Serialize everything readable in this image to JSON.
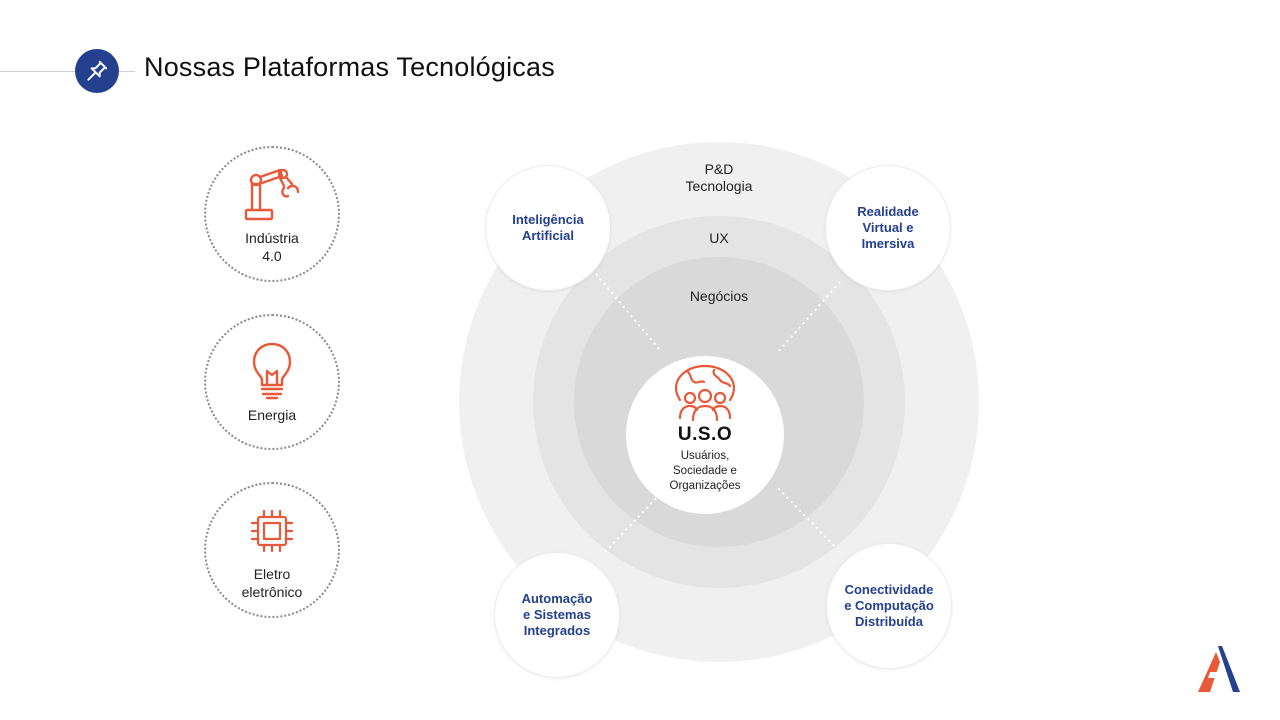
{
  "header": {
    "title": "Nossas Plataformas Tecnológicas",
    "icon": "pin-icon"
  },
  "platforms": [
    {
      "label": "Indústria\n4.0",
      "icon": "robot-arm-icon"
    },
    {
      "label": "Energia",
      "icon": "lightbulb-icon"
    },
    {
      "label": "Eletro\neletrônico",
      "icon": "chip-icon"
    }
  ],
  "rings": {
    "outer_label": "P&D\nTecnologia",
    "middle_label": "UX",
    "inner_label": "Negócios"
  },
  "center": {
    "title": "U.S.O",
    "subtitle": "Usuários,\nSociedade e\nOrganizações",
    "icon": "globe-people-icon"
  },
  "satellites": [
    {
      "label": "Inteligência\nArtificial"
    },
    {
      "label": "Realidade\nVirtual e\nImersiva"
    },
    {
      "label": "Automação\ne Sistemas\nIntegrados"
    },
    {
      "label": "Conectividade\ne Computação\nDistribuída"
    }
  ],
  "colors": {
    "brand_blue": "#24408e",
    "accent_orange": "#e8593a",
    "ring_outer": "#f0f0f0",
    "ring_middle": "#e4e4e4",
    "ring_inner": "#d9d9d9"
  },
  "logo": {
    "icon": "brand-logo-icon"
  }
}
